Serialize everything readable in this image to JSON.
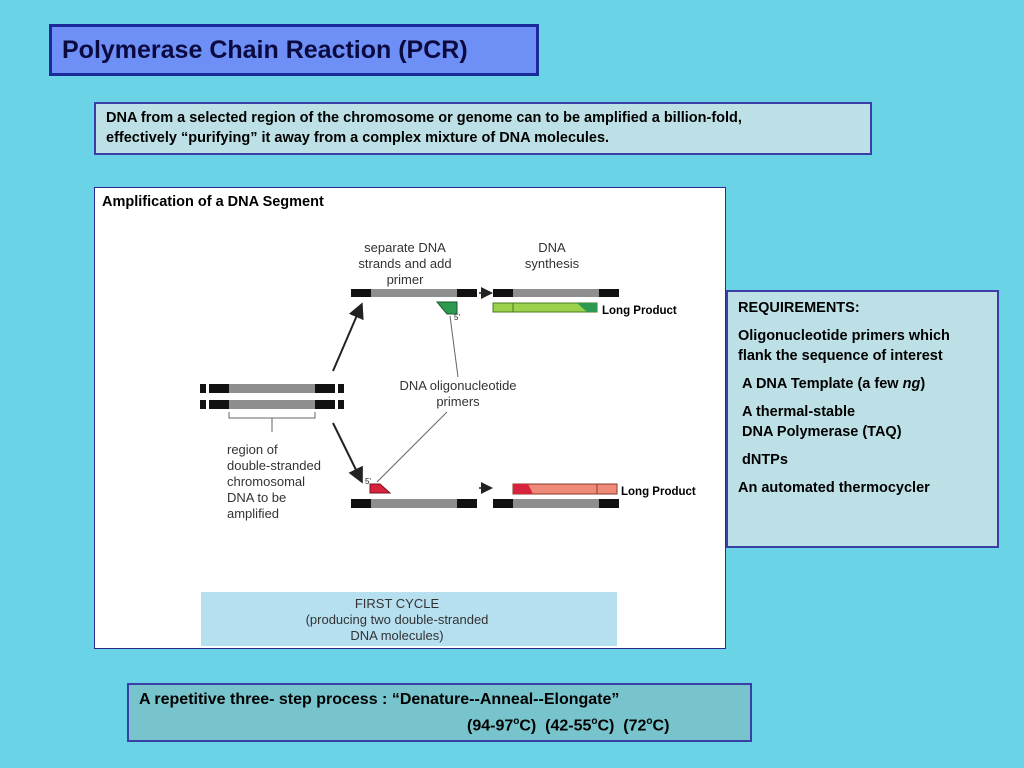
{
  "title": "Polymerase Chain Reaction (PCR)",
  "intro": {
    "line1": "DNA from a selected region of the chromosome or genome can to be amplified a billion-fold,",
    "line2": "effectively “purifying” it away from a complex mixture of DNA molecules."
  },
  "diagram": {
    "caption": "Amplification of a DNA Segment",
    "separate_label": [
      "separate DNA",
      "strands and add",
      "primer"
    ],
    "synthesis_label": [
      "DNA",
      "synthesis"
    ],
    "primers_label": [
      "DNA oligonucleotide",
      "primers"
    ],
    "region_label": [
      "region of",
      "double-stranded",
      "chromosomal",
      "DNA to be",
      "amplified"
    ],
    "long_product_top": "Long Product",
    "long_product_bottom": "Long Product",
    "five_prime_top": "5'",
    "five_prime_bottom": "5'",
    "first_cycle": [
      "FIRST CYCLE",
      "(producing two double-stranded",
      "DNA molecules)"
    ],
    "colors": {
      "template": "#8e8e8e",
      "ends": "#111111",
      "green_primer": "#2e9a4f",
      "green_product": "#9bd24d",
      "red_primer": "#d8233f",
      "red_product": "#f08a78",
      "cycle_bg": "#b6dff0"
    }
  },
  "requirements": {
    "heading": "REQUIREMENTS:",
    "item1": "Oligonucleotide primers which flank the sequence of interest",
    "item2_prefix": "A DNA Template (a few ",
    "item2_italic": "ng",
    "item2_suffix": ")",
    "item3_line1": "A thermal-stable",
    "item3_line2": "DNA Polymerase (TAQ)",
    "item4": "dNTPs",
    "item5": "An automated thermocycler"
  },
  "footer": {
    "line1": "A repetitive three- step process :  “Denature--Anneal--Elongate”",
    "line2_a": "(94-97",
    "line2_b": "C)  (42-55",
    "line2_c": "C)  (72",
    "line2_d": "C)",
    "degree_sup": "o"
  }
}
